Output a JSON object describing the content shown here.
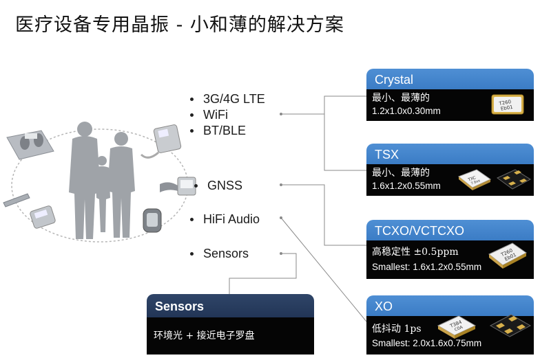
{
  "title": "医疗设备专用晶振 - 小和薄的解决方案",
  "bullets": {
    "group1": [
      "3G/4G LTE",
      "WiFi",
      "BT/BLE"
    ],
    "gnss": "GNSS",
    "hifi": "HiFi Audio",
    "sensors": "Sensors"
  },
  "cards": [
    {
      "header": "Crystal",
      "line1": "最小、最薄的",
      "line2": "1.2x1.0x0.30mm",
      "chip_marks": [
        "T260",
        "Eb01"
      ]
    },
    {
      "header": "TSX",
      "line1": "最小、最薄的",
      "line2": "1.6x1.2x0.55mm",
      "chip_marks": [
        "TXC",
        "7.6xx"
      ]
    },
    {
      "header": "TCXO/VCTCXO",
      "line1": "高稳定性 ±0.5ppm",
      "line2": "Smallest: 1.6x1.2x0.55mm",
      "chip_marks": [
        "T260",
        "Eb01"
      ]
    },
    {
      "header": "XO",
      "line1": "低抖动 1ps",
      "line2": "Smallest: 2.0x1.6x0.75mm",
      "chip_marks": [
        "T384",
        "C0A"
      ]
    }
  ],
  "sensors_card": {
    "header": "Sensors",
    "line1": "环境光 + 接近电子罗盘"
  },
  "colors": {
    "card_header": "#4a89cf",
    "sensors_header": "#2a3e60",
    "card_body": "#050505"
  }
}
